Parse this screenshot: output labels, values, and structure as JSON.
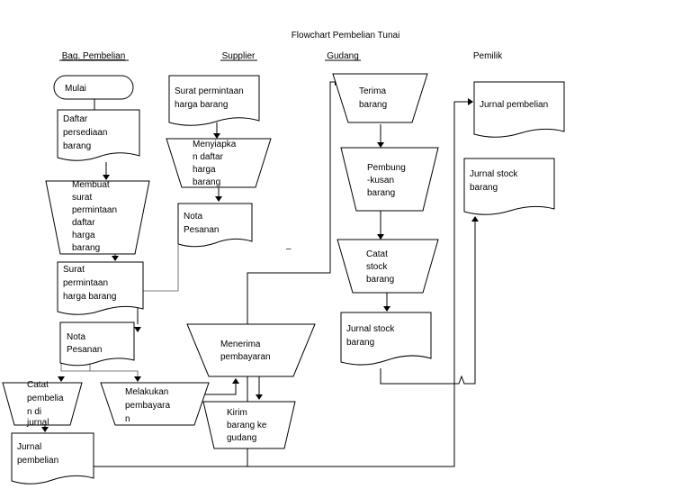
{
  "title": "Flowchart Pembelian Tunai",
  "lanes": {
    "pembelian": "Bag. Pembelian",
    "supplier": "Supplier",
    "gudang": "Gudang",
    "pemilik": "Pemilik"
  },
  "nodes": {
    "mulai": [
      "Mulai"
    ],
    "daftar": [
      "Daftar",
      "persediaan",
      "barang"
    ],
    "membuat": [
      "Membuat",
      "surat",
      "permintaan",
      "daftar",
      "harga",
      "barang"
    ],
    "surat_beli": [
      "Surat",
      "permintaan",
      "harga barang"
    ],
    "nota_beli": [
      "Nota",
      "Pesanan"
    ],
    "catat_beli": [
      "Catat",
      "pembelia",
      "n di",
      "jurnal"
    ],
    "melakukan": [
      "Melakukan",
      "pembayara",
      "n"
    ],
    "jurnal_beli": [
      "Jurnal",
      "pembelian"
    ],
    "surat_sup": [
      "Surat permintaan",
      "harga barang"
    ],
    "menyiapkan": [
      "Menyiapka",
      "n daftar",
      "harga",
      "barang"
    ],
    "nota_sup": [
      "Nota",
      "Pesanan"
    ],
    "menerima": [
      "Menerima",
      "pembayaran"
    ],
    "kirim": [
      "Kirim",
      "barang ke",
      "gudang"
    ],
    "terima": [
      "Terima",
      "barang"
    ],
    "pembungkusan": [
      "Pembung",
      "-kusan",
      "barang"
    ],
    "catat_stock": [
      "Catat",
      "stock",
      "barang"
    ],
    "jurnal_stock_g": [
      "Jurnal stock",
      "barang"
    ],
    "jurnal_pembelian_p": [
      "Jurnal pembelian"
    ],
    "jurnal_stock_p": [
      "Jurnal stock",
      "barang"
    ]
  },
  "dash": "–"
}
